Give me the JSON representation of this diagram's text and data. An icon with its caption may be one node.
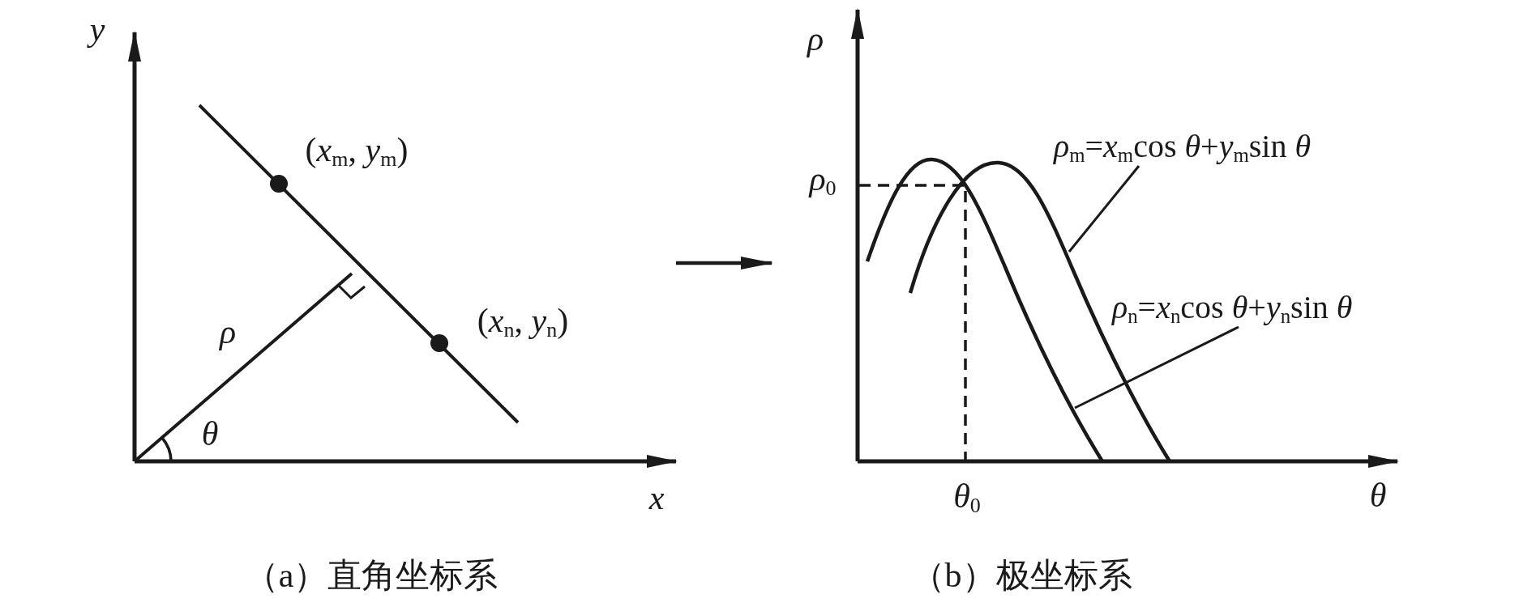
{
  "diagram": {
    "nodes": [
      {
        "text": [],
        "shape": "picture",
        "beside": [
          "（a）直角坐标系"
        ]
      },
      {
        "text": [],
        "shape": "picture",
        "beside": [
          "（b）极坐标系"
        ]
      },
      {
        "text": [],
        "shape": "curve",
        "in": 1
      },
      {
        "text": [],
        "shape": "curve",
        "in": 1
      },
      {
        "text": [
          "*ρ*$_{m}$=*x*$_{m}$cos *θ*+*y*$_{m}$sin *θ*"
        ],
        "in": 1
      },
      {
        "text": [
          "*ρ*$_{n}$=*x*$_{n}$cos *θ*+*y*$_{n}$sin *θ*"
        ],
        "in": 1
      }
    ],
    "edges": [
      {
        "from": 0,
        "to": 1,
        "arrow": "to"
      },
      {
        "from": 4,
        "to": 3,
        "arrow": "none"
      },
      {
        "from": 5,
        "to": 2,
        "arrow": "none"
      }
    ],
    "labels": [
      "y",
      "x",
      "(*x*$_{m}$, *y*$_{m}$)",
      "(*x*$_{n}$, *y*$_{n}$)",
      "ρ",
      "θ",
      "ρ",
      "θ",
      "*ρ*$_{0}$",
      "*θ*$_{0}$"
    ]
  }
}
